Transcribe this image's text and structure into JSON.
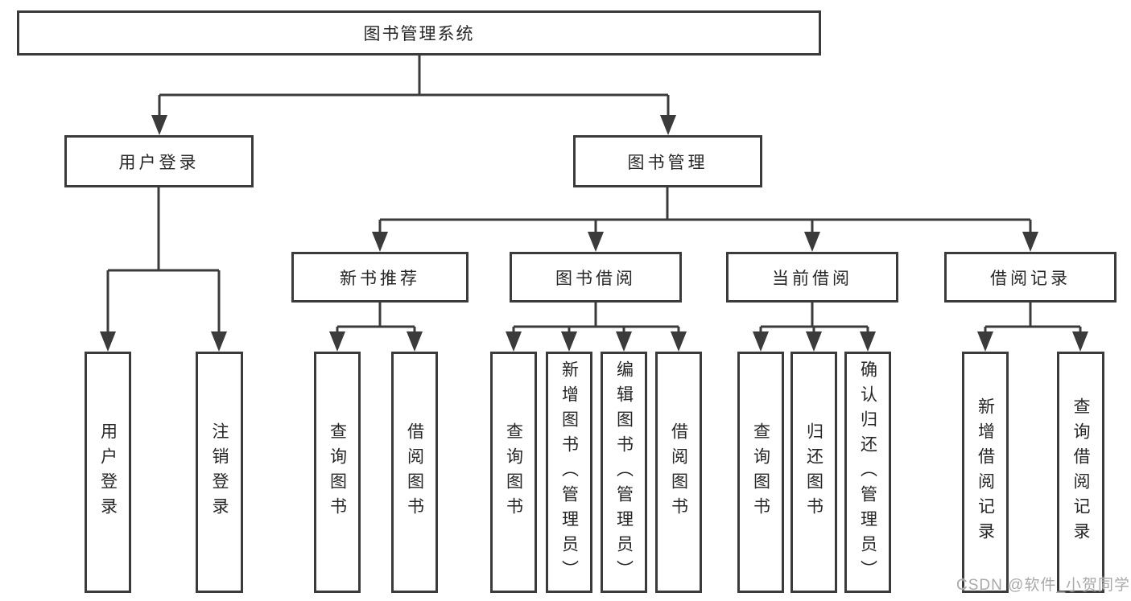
{
  "diagram": {
    "nodes": {
      "root": {
        "label": "图书管理系统"
      },
      "user_login": {
        "label": "用户登录"
      },
      "book_mgmt": {
        "label": "图书管理"
      },
      "new_rec": {
        "label": "新书推荐"
      },
      "borrow": {
        "label": "图书借阅"
      },
      "current": {
        "label": "当前借阅"
      },
      "records": {
        "label": "借阅记录"
      },
      "user_login_leaf": {
        "label": "用户登录"
      },
      "logout_leaf": {
        "label": "注销登录"
      },
      "rec_query": {
        "label": "查询图书"
      },
      "rec_borrow": {
        "label": "借阅图书"
      },
      "bor_query": {
        "label": "查询图书"
      },
      "bor_add": {
        "label": "新增图书（管理员）"
      },
      "bor_edit": {
        "label": "编辑图书（管理员）"
      },
      "bor_borrow": {
        "label": "借阅图书"
      },
      "cur_query": {
        "label": "查询图书"
      },
      "cur_return": {
        "label": "归还图书"
      },
      "cur_confirm": {
        "label": "确认归还（管理员）"
      },
      "recd_add": {
        "label": "新增借阅记录"
      },
      "recd_query": {
        "label": "查询借阅记录"
      }
    },
    "watermark": {
      "text": "CSDN @软件_小贺同学"
    },
    "colors": {
      "line": "#3b3b3b",
      "box_border": "#3b3b3b",
      "box_background": "#ffffff",
      "text": "#262626",
      "watermark": "#a9a9a9",
      "background": "#ffffff"
    }
  }
}
